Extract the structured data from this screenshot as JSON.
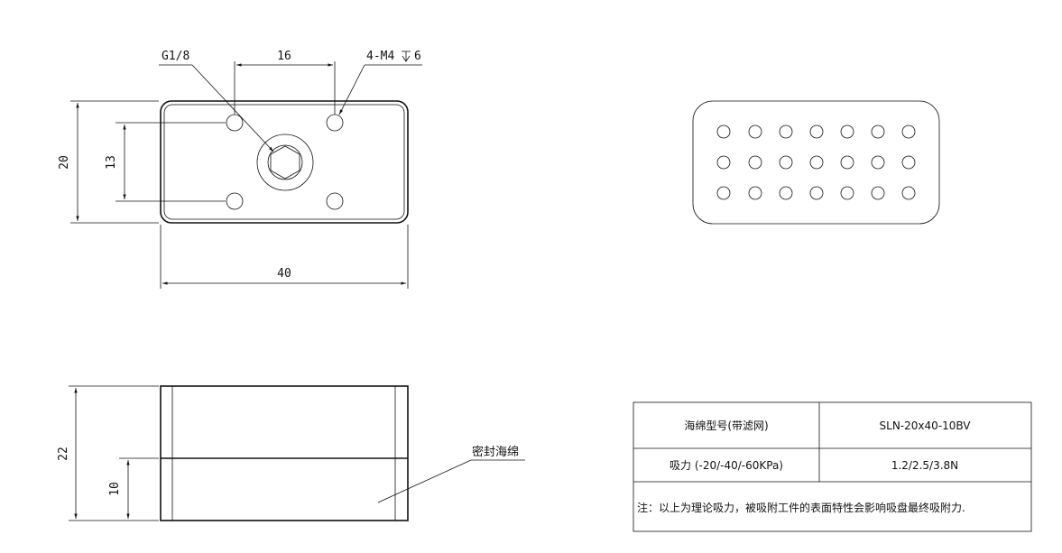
{
  "dimensions": {
    "top_view": {
      "thread_label": "G1/8",
      "hole_spacing": "16",
      "tap_label": "4-M4",
      "tap_depth": "6",
      "height": "20",
      "hole_pitch": "13",
      "width": "40"
    },
    "side_view": {
      "height": "22",
      "sponge_height": "10",
      "sponge_label": "密封海绵"
    }
  },
  "spec_table": {
    "rows": [
      {
        "label": "海绵型号(带滤网)",
        "value": "SLN-20x40-10BV"
      },
      {
        "label": "吸力 (-20/-40/-60KPa)",
        "value": "1.2/2.5/3.8N"
      }
    ],
    "note": "注：以上为理论吸力，被吸附工件的表面特性会影响吸盘最终吸附力."
  }
}
